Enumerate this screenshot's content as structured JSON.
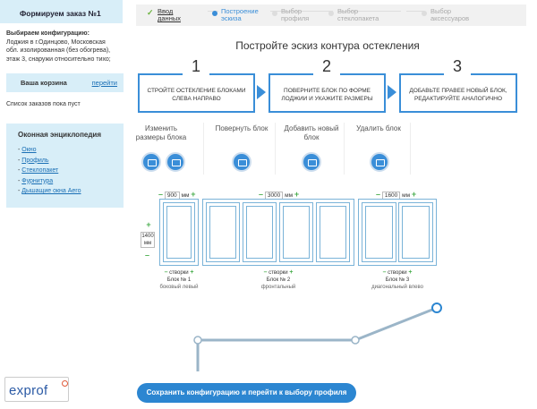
{
  "sidebar": {
    "order_title": "Формируем заказ №1",
    "config_label": "Выбираем конфигурацию:",
    "config_text": "Лоджия в г.Одинцово, Московская обл. изолированная (без обогрева), этаж 3, снаружи относительно тихо;",
    "cart_title": "Ваша корзина",
    "cart_link": "перейти",
    "cart_empty": "Список заказов пока пуст",
    "encyclopedia_title": "Оконная энциклопедия",
    "encyclopedia_items": [
      "Окно",
      "Профиль",
      "Стеклопакет",
      "Фурнитура",
      "Дышащие окна Aero"
    ],
    "logo": "exprof"
  },
  "steps": [
    {
      "label": "Ввод данных",
      "state": "done"
    },
    {
      "label": "Построение эскиза",
      "state": "current"
    },
    {
      "label": "Выбор профиля",
      "state": "todo"
    },
    {
      "label": "Выбор стеклопакета",
      "state": "todo"
    },
    {
      "label": "Выбор аксессуаров",
      "state": "todo"
    }
  ],
  "main": {
    "title": "Постройте эскиз контура остекления",
    "instructions": [
      {
        "num": "1",
        "text": "Стройте остекление блоками слева направо"
      },
      {
        "num": "2",
        "text": "Поверните блок по форме лоджии и укажите размеры"
      },
      {
        "num": "3",
        "text": "Добавьте правее новый блок, редактируйте аналогично"
      }
    ],
    "actions": [
      {
        "label": "Изменить размеры блока",
        "icon": "resize-icon"
      },
      {
        "label": "Повернуть блок",
        "icon": "rotate-icon"
      },
      {
        "label": "Добавить новый блок",
        "icon": "add-block-icon"
      },
      {
        "label": "Удалить блок",
        "icon": "delete-icon"
      }
    ],
    "height_value": "1400",
    "unit": "мм",
    "blocks": [
      {
        "width": "900",
        "sashes": "створки",
        "name": "Блок № 1",
        "type": "боковый левый"
      },
      {
        "width": "3000",
        "sashes": "створки",
        "name": "Блок № 2",
        "type": "фронтальный"
      },
      {
        "width": "1600",
        "sashes": "створки",
        "name": "Блок № 3",
        "type": "диагональный влево"
      }
    ],
    "save_button": "Сохранить конфигурацию и перейти к выбору профиля"
  },
  "colors": {
    "accent": "#3a8ed8",
    "panel": "#d8eef8",
    "done": "#6cb33e",
    "button": "#2c86d1"
  }
}
